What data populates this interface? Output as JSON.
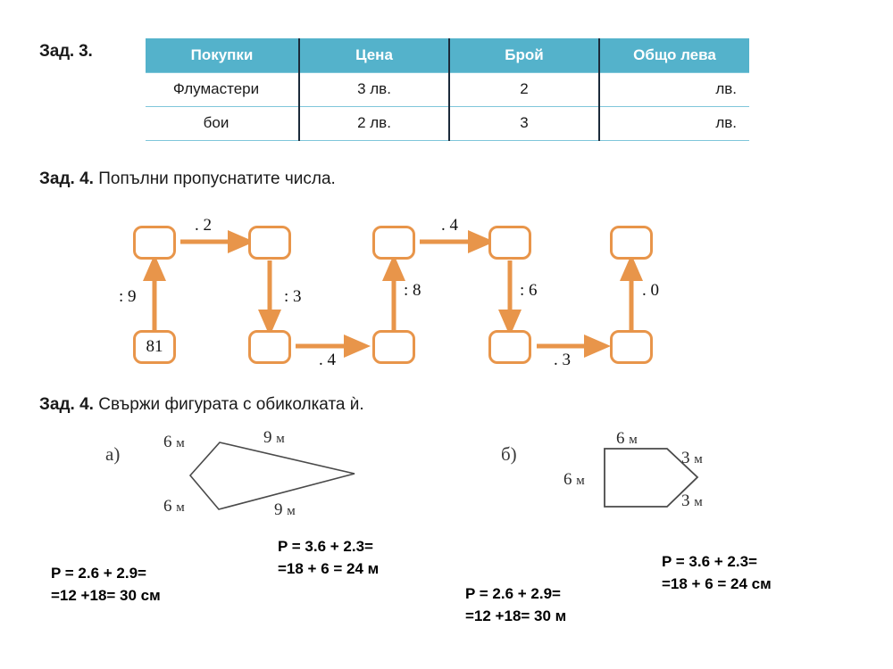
{
  "page": {
    "background": "#ffffff",
    "accent_teal": "#54b2cb",
    "accent_orange": "#e8954a",
    "figure_stroke": "#4a4a4a"
  },
  "task3": {
    "label": "Зад. 3.",
    "table": {
      "headers": [
        "Покупки",
        "Цена",
        "Брой",
        "Общо лева"
      ],
      "rows": [
        {
          "name": "Флумастери",
          "price": "3 лв.",
          "count": "2",
          "total": "лв."
        },
        {
          "name": "бои",
          "price": "2 лв.",
          "count": "3",
          "total": "лв."
        }
      ]
    }
  },
  "task4a": {
    "label": "Зад. 4.",
    "text": "Попълни пропуснатите числа.",
    "boxes": [
      {
        "id": "b1",
        "value": ""
      },
      {
        "id": "b2",
        "value": ""
      },
      {
        "id": "b3",
        "value": "81"
      },
      {
        "id": "b4",
        "value": ""
      },
      {
        "id": "b5",
        "value": ""
      },
      {
        "id": "b6",
        "value": ""
      },
      {
        "id": "b7",
        "value": ""
      },
      {
        "id": "b8",
        "value": ""
      },
      {
        "id": "b9",
        "value": ""
      },
      {
        "id": "b10",
        "value": ""
      }
    ],
    "operations": [
      {
        "id": "op-up-1",
        "text": ": 9"
      },
      {
        "id": "op-right-1",
        "text": ". 2"
      },
      {
        "id": "op-down-1",
        "text": ": 3"
      },
      {
        "id": "op-right-2",
        "text": ". 4"
      },
      {
        "id": "op-up-2",
        "text": ": 8"
      },
      {
        "id": "op-right-3",
        "text": ". 4"
      },
      {
        "id": "op-down-2",
        "text": ": 6"
      },
      {
        "id": "op-right-4",
        "text": ". 3"
      },
      {
        "id": "op-up-3",
        "text": ". 0"
      }
    ]
  },
  "task4b": {
    "label": "Зад. 4.",
    "text": "Свържи фигурата с обиколката ѝ.",
    "figures": [
      {
        "letter": "а)",
        "shape": "quadrilateral",
        "dims": [
          {
            "value": "6",
            "unit": "м"
          },
          {
            "value": "9",
            "unit": "м"
          },
          {
            "value": "6",
            "unit": "м"
          },
          {
            "value": "9",
            "unit": "м"
          }
        ]
      },
      {
        "letter": "б)",
        "shape": "pentagon",
        "dims": [
          {
            "value": "6",
            "unit": "м"
          },
          {
            "value": "6",
            "unit": "м"
          },
          {
            "value": "3",
            "unit": "м"
          },
          {
            "value": "3",
            "unit": "м"
          }
        ]
      }
    ],
    "answers": [
      {
        "id": "ans-1",
        "line1": "P = 2.6 + 2.9=",
        "line2": "=12 +18= 30 см"
      },
      {
        "id": "ans-2",
        "line1": "P = 3.6 + 2.3=",
        "line2": "=18 + 6 = 24 м"
      },
      {
        "id": "ans-3",
        "line1": "P = 2.6 + 2.9=",
        "line2": "=12 +18= 30 м"
      },
      {
        "id": "ans-4",
        "line1": "P = 3.6 + 2.3=",
        "line2": "=18 + 6 = 24 см"
      }
    ]
  }
}
